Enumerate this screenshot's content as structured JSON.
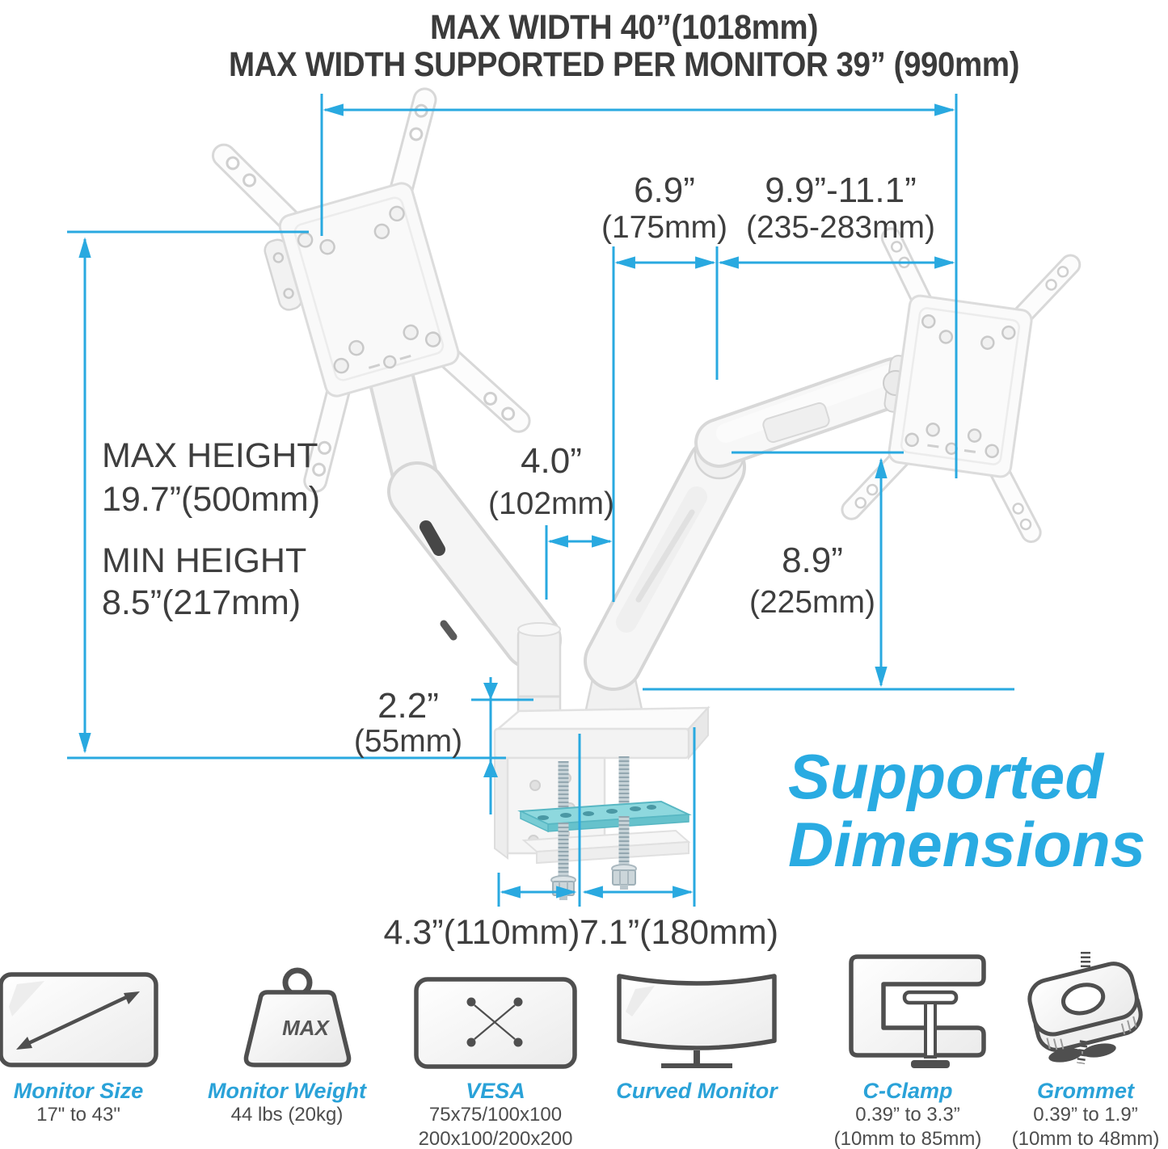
{
  "header": {
    "line1": "MAX WIDTH 40”(1018mm)",
    "line2": "MAX WIDTH SUPPORTED PER MONITOR 39” (990mm)"
  },
  "colors": {
    "dimension_line_blue": "#29A9E0",
    "caption_blue": "#29ABE2",
    "spec_label_blue": "#2AA2D8",
    "text_dark": "#3E3E3E",
    "icon_stroke_gray": "#4F4F4F",
    "clamp_plate_teal": "#8ED8DE",
    "arm_white": "#F6F6F6"
  },
  "dims": {
    "arm_gap_in": "6.9”",
    "arm_gap_mm": "(175mm)",
    "reach_in": "9.9”-11.1”",
    "reach_mm": "(235-283mm)",
    "max_height_label": "MAX HEIGHT",
    "max_height_value": "19.7”(500mm)",
    "min_height_label": "MIN HEIGHT",
    "min_height_value": "8.5”(217mm)",
    "pole_gap_in": "4.0”",
    "pole_gap_mm": "(102mm)",
    "riser_in": "8.9”",
    "riser_mm": "(225mm)",
    "clamp_in": "2.2”",
    "clamp_mm": "(55mm)",
    "base_front": "4.3”(110mm)",
    "base_back": "7.1”(180mm)"
  },
  "caption": {
    "line1": "Supported",
    "line2": "Dimensions"
  },
  "specs": [
    {
      "icon": "monitor-size-icon",
      "label": "Monitor Size",
      "lines": [
        "17\" to 43\"",
        ""
      ]
    },
    {
      "icon": "monitor-weight-icon",
      "label": "Monitor Weight",
      "icon_text": "MAX",
      "lines": [
        "44 lbs (20kg)",
        ""
      ]
    },
    {
      "icon": "vesa-icon",
      "label": "VESA",
      "lines": [
        "75x75/100x100",
        "200x100/200x200"
      ]
    },
    {
      "icon": "curved-monitor-icon",
      "label": "Curved Monitor",
      "lines": [
        "",
        ""
      ]
    },
    {
      "icon": "c-clamp-icon",
      "label": "C-Clamp",
      "lines": [
        "0.39” to 3.3”",
        "(10mm to 85mm)"
      ]
    },
    {
      "icon": "grommet-icon",
      "label": "Grommet",
      "lines": [
        "0.39” to 1.9”",
        "(10mm to 48mm)"
      ]
    }
  ]
}
